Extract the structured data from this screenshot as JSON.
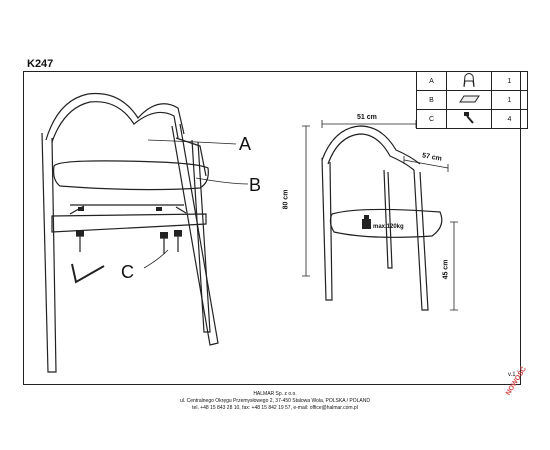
{
  "title": "K247",
  "version": "v.1",
  "parts": [
    {
      "letter": "A",
      "qty": "1",
      "icon": "seat-frame-icon"
    },
    {
      "letter": "B",
      "qty": "1",
      "icon": "seat-cushion-icon"
    },
    {
      "letter": "C",
      "qty": "4",
      "icon": "bolt-icon"
    }
  ],
  "callouts": {
    "a": "A",
    "b": "B",
    "c": "C"
  },
  "dimensions": {
    "width": "51 cm",
    "depth": "57 cm",
    "height": "80 cm",
    "seat_height": "45 cm"
  },
  "load_label": "max.120kg",
  "footer": {
    "line1": "HALMAR Sp. z o.o.",
    "line2": "ul. Centralnego Okręgu Przemysłowego 2, 37-450 Stalowa Wola, POLSKA / POLAND",
    "line3": "tel. +48 15 843 28 10, fax: +48 15 842 19 57, e-mail: office@halmar.com.pl"
  },
  "stamp": "NOWOŚĆ",
  "colors": {
    "line": "#222222",
    "stamp": "#d04848"
  }
}
